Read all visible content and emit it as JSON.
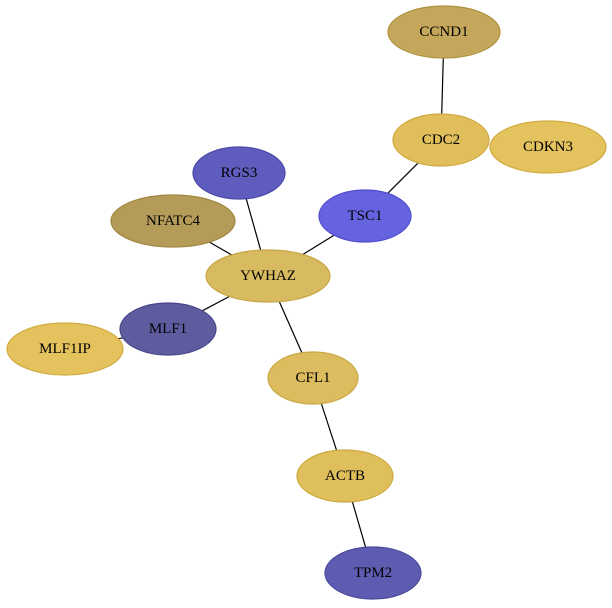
{
  "nodes": [
    {
      "id": "CCND1",
      "label": "CCND1",
      "fill": "#c4a75a",
      "stroke": "#b09040"
    },
    {
      "id": "CDC2",
      "label": "CDC2",
      "fill": "#e1be5c",
      "stroke": "#cfa940"
    },
    {
      "id": "CDKN3",
      "label": "CDKN3",
      "fill": "#e4c25e",
      "stroke": "#d1ab40"
    },
    {
      "id": "RGS3",
      "label": "RGS3",
      "fill": "#5e5cbd",
      "stroke": "#4a48a8"
    },
    {
      "id": "TSC1",
      "label": "TSC1",
      "fill": "#6563e0",
      "stroke": "#4f4dcc"
    },
    {
      "id": "NFATC4",
      "label": "NFATC4",
      "fill": "#b49b58",
      "stroke": "#a08640"
    },
    {
      "id": "YWHAZ",
      "label": "YWHAZ",
      "fill": "#d8bb60",
      "stroke": "#c5a645"
    },
    {
      "id": "MLF1",
      "label": "MLF1",
      "fill": "#5e5c9f",
      "stroke": "#4a488a"
    },
    {
      "id": "MLF1IP",
      "label": "MLF1IP",
      "fill": "#e4c25e",
      "stroke": "#d1ab40"
    },
    {
      "id": "CFL1",
      "label": "CFL1",
      "fill": "#dcbc5e",
      "stroke": "#c9a743"
    },
    {
      "id": "ACTB",
      "label": "ACTB",
      "fill": "#dfbe5c",
      "stroke": "#cca940"
    },
    {
      "id": "TPM2",
      "label": "TPM2",
      "fill": "#5e5cb0",
      "stroke": "#4a489b"
    }
  ],
  "edges": [
    {
      "source": "CCND1",
      "target": "CDC2"
    },
    {
      "source": "CDC2",
      "target": "TSC1"
    },
    {
      "source": "TSC1",
      "target": "YWHAZ"
    },
    {
      "source": "RGS3",
      "target": "YWHAZ"
    },
    {
      "source": "NFATC4",
      "target": "YWHAZ"
    },
    {
      "source": "MLF1",
      "target": "YWHAZ"
    },
    {
      "source": "MLF1IP",
      "target": "MLF1"
    },
    {
      "source": "YWHAZ",
      "target": "CFL1"
    },
    {
      "source": "CFL1",
      "target": "ACTB"
    },
    {
      "source": "ACTB",
      "target": "TPM2"
    }
  ]
}
